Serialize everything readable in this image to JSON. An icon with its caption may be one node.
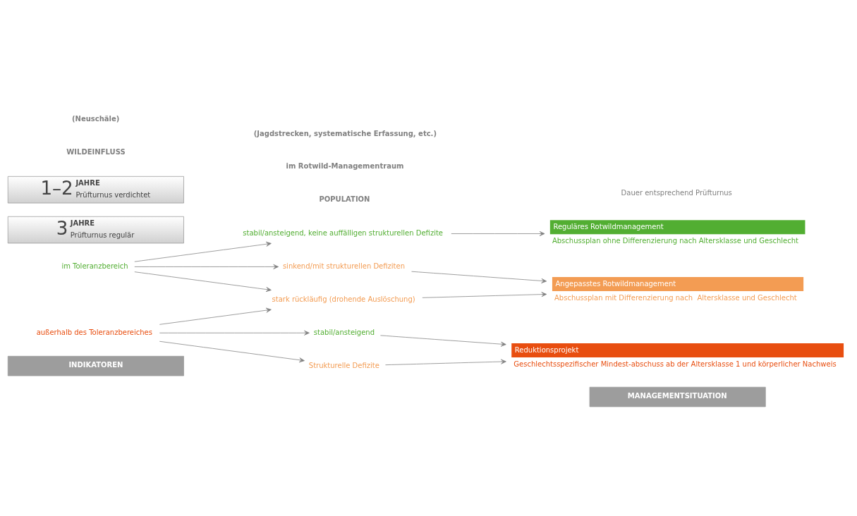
{
  "diagram": {
    "nodes": [
      {
        "text": [
          "INDIKATOREN"
        ]
      },
      {
        "text": [
          "MANAGEMENTSITUATION"
        ]
      },
      {
        "text": [
          "im Toleranzbereich"
        ]
      },
      {
        "text": [
          "stabil/ansteigend, keine auffälligen strukturellen Defizite"
        ]
      },
      {
        "text": [
          "Reguläres Rotwildmanagement"
        ],
        "beside": [
          "Abschussplan ohne Differenzierung nach Altersklasse und Geschlecht"
        ]
      },
      {
        "text": [
          "sinkend/mit strukturellen Defiziten"
        ]
      },
      {
        "text": [
          "3",
          "JAHRE",
          "Prüfturnus regulär"
        ]
      },
      {
        "text": [
          "Angepasstes Rotwildmanagement"
        ],
        "beside": [
          "Abschussplan mit Differenzierung nach  Altersklasse und Geschlecht"
        ]
      },
      {
        "text": [
          "1–2",
          "JAHRE",
          "Prüfturnus verdichtet"
        ]
      },
      {
        "text": [
          "stark rückläufig (drohende Auslöschung)"
        ]
      },
      {
        "text": [
          "außerhalb des Toleranzbereiches"
        ]
      },
      {
        "text": [
          "stabil/ansteigend"
        ]
      },
      {
        "text": [
          "Reduktionsprojekt"
        ],
        "beside": [
          "Geschlechtsspezifischer Mindest-abschuss ab der Altersklasse 1 und körperlicher Nachweis"
        ]
      },
      {
        "text": [
          "Strukturelle Defizite"
        ]
      }
    ],
    "edges": [
      {
        "from": 2,
        "to": 3,
        "arrow": "to"
      },
      {
        "from": 2,
        "to": 5,
        "arrow": "to"
      },
      {
        "from": 2,
        "to": 9,
        "arrow": "to"
      },
      {
        "from": 10,
        "to": 9,
        "arrow": "to"
      },
      {
        "from": 10,
        "to": 11,
        "arrow": "to"
      },
      {
        "from": 10,
        "to": 13,
        "arrow": "to"
      },
      {
        "from": 3,
        "to": 4,
        "arrow": "to"
      },
      {
        "from": 5,
        "to": 7,
        "arrow": "to"
      },
      {
        "from": 9,
        "to": 7,
        "arrow": "to"
      },
      {
        "from": 11,
        "to": 12,
        "arrow": "to"
      },
      {
        "from": 13,
        "to": 12,
        "arrow": "to"
      }
    ],
    "labels": [
      "WILDEINFLUSS",
      "(Neuschäle)",
      "POPULATION",
      "im Rotwild-Managementraum",
      "(Jagdstrecken, systematische Erfassung, etc.)",
      "Dauer entsprechend Prüfturnus"
    ]
  }
}
